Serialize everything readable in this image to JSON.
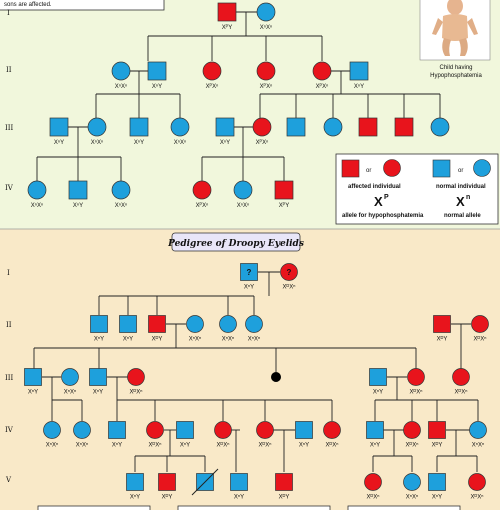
{
  "panel1": {
    "note_text": "sons are affected.",
    "child_caption_line1": "Child having",
    "child_caption_line2": "Hypophosphatemia",
    "gen_labels": [
      "I",
      "II",
      "III",
      "IV"
    ],
    "legend": {
      "or": "or",
      "affected_label": "affected individual",
      "normal_label": "normal individual",
      "allele_p_symbol": "X",
      "allele_p_sup": "P",
      "allele_p_label": "allele for hypophosphatemia",
      "allele_n_symbol": "X",
      "allele_n_sup": "n",
      "allele_n_label": "normal allele"
    },
    "individuals": [
      {
        "id": "I1",
        "shape": "square",
        "affected": true,
        "label": "XᴾY"
      },
      {
        "id": "I2",
        "shape": "circle",
        "affected": false,
        "label": "XⁿXⁿ"
      },
      {
        "id": "II1",
        "shape": "circle",
        "affected": false,
        "label": "XⁿXⁿ"
      },
      {
        "id": "II2",
        "shape": "square",
        "affected": false,
        "label": "XⁿY"
      },
      {
        "id": "II3",
        "shape": "circle",
        "affected": true,
        "label": "XᴾXⁿ"
      },
      {
        "id": "II4",
        "shape": "circle",
        "affected": true,
        "label": "XᴾXⁿ"
      },
      {
        "id": "II5",
        "shape": "circle",
        "affected": true,
        "label": "XᴾXⁿ"
      },
      {
        "id": "II6",
        "shape": "square",
        "affected": false,
        "label": "XⁿY"
      },
      {
        "id": "III1",
        "shape": "square",
        "affected": false,
        "label": "XⁿY"
      },
      {
        "id": "III2",
        "shape": "circle",
        "affected": false,
        "label": "XⁿXⁿ"
      },
      {
        "id": "III3",
        "shape": "square",
        "affected": false,
        "label": "XⁿY"
      },
      {
        "id": "III4",
        "shape": "circle",
        "affected": false,
        "label": "XⁿXⁿ"
      },
      {
        "id": "III5",
        "shape": "square",
        "affected": false,
        "label": "XⁿY"
      },
      {
        "id": "III6",
        "shape": "circle",
        "affected": true,
        "label": "XᴾXⁿ"
      },
      {
        "id": "III7",
        "shape": "square",
        "affected": false,
        "label": ""
      },
      {
        "id": "III8",
        "shape": "circle",
        "affected": false,
        "label": ""
      },
      {
        "id": "III9",
        "shape": "square",
        "affected": true,
        "label": ""
      },
      {
        "id": "III10",
        "shape": "square",
        "affected": true,
        "label": ""
      },
      {
        "id": "III11",
        "shape": "circle",
        "affected": false,
        "label": ""
      },
      {
        "id": "IV1",
        "shape": "circle",
        "affected": false,
        "label": "XⁿXⁿ"
      },
      {
        "id": "IV2",
        "shape": "square",
        "affected": false,
        "label": "XⁿY"
      },
      {
        "id": "IV3",
        "shape": "circle",
        "affected": false,
        "label": "XⁿXⁿ"
      },
      {
        "id": "IV4",
        "shape": "circle",
        "affected": true,
        "label": "XᴾXⁿ"
      },
      {
        "id": "IV5",
        "shape": "circle",
        "affected": false,
        "label": "XⁿXⁿ"
      },
      {
        "id": "IV6",
        "shape": "square",
        "affected": true,
        "label": "XᴾY"
      }
    ]
  },
  "panel2": {
    "title": "Pedigree of Droopy Eyelids",
    "gen_labels": [
      "I",
      "II",
      "III",
      "IV",
      "V"
    ],
    "question_mark": "?",
    "individuals": [
      {
        "id": "I1",
        "shape": "square",
        "affected": false,
        "label": "XⁿY",
        "question": true
      },
      {
        "id": "I2",
        "shape": "circle",
        "affected": true,
        "label": "XᴰXⁿ",
        "question": true
      },
      {
        "id": "II1",
        "shape": "square",
        "affected": false,
        "label": "XⁿY"
      },
      {
        "id": "II2",
        "shape": "square",
        "affected": false,
        "label": "XⁿY"
      },
      {
        "id": "II3",
        "shape": "square",
        "affected": true,
        "label": "XᴰY"
      },
      {
        "id": "II4",
        "shape": "circle",
        "affected": false,
        "label": "XⁿXⁿ"
      },
      {
        "id": "II5",
        "shape": "circle",
        "affected": false,
        "label": "XⁿXⁿ"
      },
      {
        "id": "II6",
        "shape": "circle",
        "affected": false,
        "label": "XⁿXⁿ"
      },
      {
        "id": "II7",
        "shape": "square",
        "affected": true,
        "label": "XᴰY"
      },
      {
        "id": "II8",
        "shape": "circle",
        "affected": true,
        "label": "XᴰXⁿ"
      },
      {
        "id": "III1",
        "shape": "square",
        "affected": false,
        "label": "XⁿY"
      },
      {
        "id": "III2",
        "shape": "circle",
        "affected": false,
        "label": "XⁿXⁿ"
      },
      {
        "id": "III3",
        "shape": "square",
        "affected": false,
        "label": "XⁿY"
      },
      {
        "id": "III4",
        "shape": "circle",
        "affected": true,
        "label": "XᴰXⁿ"
      },
      {
        "id": "III5",
        "shape": "dot",
        "affected": false,
        "label": ""
      },
      {
        "id": "III6",
        "shape": "square",
        "affected": false,
        "label": "XⁿY"
      },
      {
        "id": "III7",
        "shape": "circle",
        "affected": true,
        "label": "XᴰXⁿ"
      },
      {
        "id": "III8",
        "shape": "circle",
        "affected": true,
        "label": "XᴰXⁿ"
      },
      {
        "id": "IV1",
        "shape": "circle",
        "affected": false,
        "label": "XⁿXⁿ"
      },
      {
        "id": "IV2",
        "shape": "circle",
        "affected": false,
        "label": "XⁿXⁿ"
      },
      {
        "id": "IV3",
        "shape": "square",
        "affected": false,
        "label": "XⁿY"
      },
      {
        "id": "IV4",
        "shape": "circle",
        "affected": true,
        "label": "XᴰXⁿ"
      },
      {
        "id": "IV5",
        "shape": "square",
        "affected": false,
        "label": "XⁿY"
      },
      {
        "id": "IV6",
        "shape": "circle",
        "affected": true,
        "label": "XᴰXⁿ"
      },
      {
        "id": "IV7",
        "shape": "circle",
        "affected": true,
        "label": "XᴰXⁿ"
      },
      {
        "id": "IV8",
        "shape": "square",
        "affected": false,
        "label": "XⁿY"
      },
      {
        "id": "IV9",
        "shape": "circle",
        "affected": true,
        "label": "XᴰXⁿ"
      },
      {
        "id": "IV10",
        "shape": "square",
        "affected": false,
        "label": "XⁿY"
      },
      {
        "id": "IV11",
        "shape": "circle",
        "affected": true,
        "label": "XᴰXⁿ"
      },
      {
        "id": "IV12",
        "shape": "square",
        "affected": true,
        "label": "XᴰY"
      },
      {
        "id": "IV13",
        "shape": "circle",
        "affected": false,
        "label": "XⁿXⁿ"
      },
      {
        "id": "V1",
        "shape": "square",
        "affected": false,
        "label": "XⁿY"
      },
      {
        "id": "V2",
        "shape": "square",
        "affected": true,
        "label": "XᴰY"
      },
      {
        "id": "V3",
        "shape": "square",
        "affected": false,
        "label": "",
        "deceased": true
      },
      {
        "id": "V4",
        "shape": "square",
        "affected": false,
        "label": "XⁿY"
      },
      {
        "id": "V5",
        "shape": "square",
        "affected": true,
        "label": "XᴰY"
      },
      {
        "id": "V6",
        "shape": "circle",
        "affected": true,
        "label": "XᴰXⁿ"
      },
      {
        "id": "V7",
        "shape": "circle",
        "affected": false,
        "label": "XⁿXⁿ"
      },
      {
        "id": "V8",
        "shape": "square",
        "affected": false,
        "label": "XⁿY"
      },
      {
        "id": "V9",
        "shape": "circle",
        "affected": true,
        "label": "XᴰXⁿ"
      }
    ]
  },
  "colors": {
    "affected": "#e8141c",
    "normal": "#1ea0dc",
    "panel1_bg": "#f1f7dc",
    "panel2_bg": "#f9e9c8",
    "title_box_bg": "#e9e6f8"
  }
}
